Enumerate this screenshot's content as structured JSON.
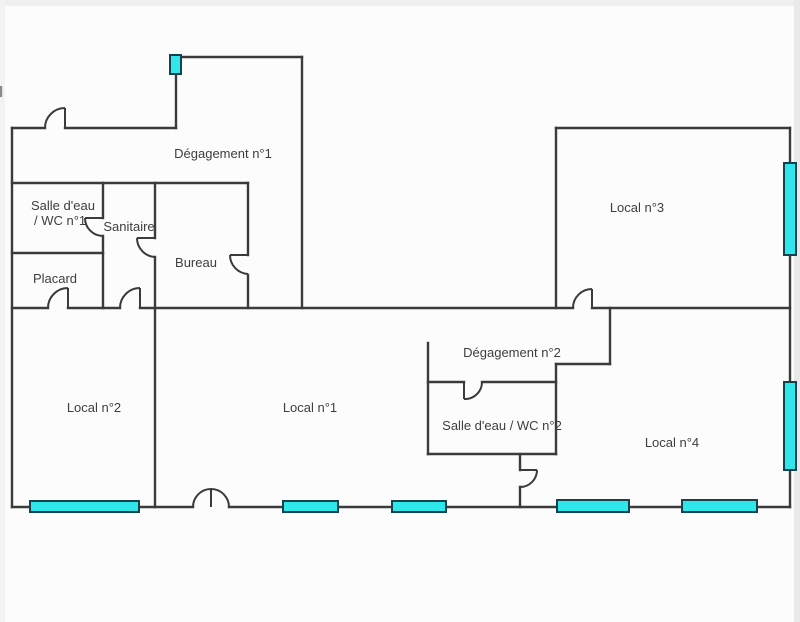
{
  "diagram": {
    "type": "floor-plan",
    "rooms": [
      {
        "id": "degagement-1",
        "label": "Dégagement n°1"
      },
      {
        "id": "salle-eau-wc-1",
        "label": "Salle d'eau / WC n°1",
        "line1": "Salle d'eau",
        "line2": "/ WC n°1"
      },
      {
        "id": "sanitaire",
        "label": "Sanitaire"
      },
      {
        "id": "bureau",
        "label": "Bureau"
      },
      {
        "id": "placard",
        "label": "Placard"
      },
      {
        "id": "local-2",
        "label": "Local n°2"
      },
      {
        "id": "local-1",
        "label": "Local n°1"
      },
      {
        "id": "local-3",
        "label": "Local n°3"
      },
      {
        "id": "local-4",
        "label": "Local n°4"
      },
      {
        "id": "degagement-2",
        "label": "Dégagement n°2"
      },
      {
        "id": "salle-eau-wc-2",
        "label": "Salle d'eau / WC n°2"
      }
    ],
    "windows": [
      {
        "id": "window-top-entry",
        "orientation": "vertical"
      },
      {
        "id": "window-local2-south",
        "orientation": "horizontal"
      },
      {
        "id": "window-local1-south-a",
        "orientation": "horizontal"
      },
      {
        "id": "window-local1-south-b",
        "orientation": "horizontal"
      },
      {
        "id": "window-local4-south-a",
        "orientation": "horizontal"
      },
      {
        "id": "window-local4-south-b",
        "orientation": "horizontal"
      },
      {
        "id": "window-local3-east",
        "orientation": "vertical"
      },
      {
        "id": "window-local4-east",
        "orientation": "vertical"
      }
    ],
    "doors": [
      {
        "id": "door-entrance-north"
      },
      {
        "id": "door-salle-eau-1"
      },
      {
        "id": "door-sanitaire"
      },
      {
        "id": "door-bureau"
      },
      {
        "id": "door-placard"
      },
      {
        "id": "door-sanitaire-south"
      },
      {
        "id": "door-local-3"
      },
      {
        "id": "door-double-local-1"
      },
      {
        "id": "door-degagement-2"
      },
      {
        "id": "door-salle-eau-2"
      }
    ],
    "colors": {
      "wall": "#3b3b3b",
      "window_fill": "#2fe7eb",
      "window_border": "#16424e",
      "text": "#3e3e3e",
      "background": "#fcfcfc",
      "page_edge": "#e9e9e9"
    }
  }
}
